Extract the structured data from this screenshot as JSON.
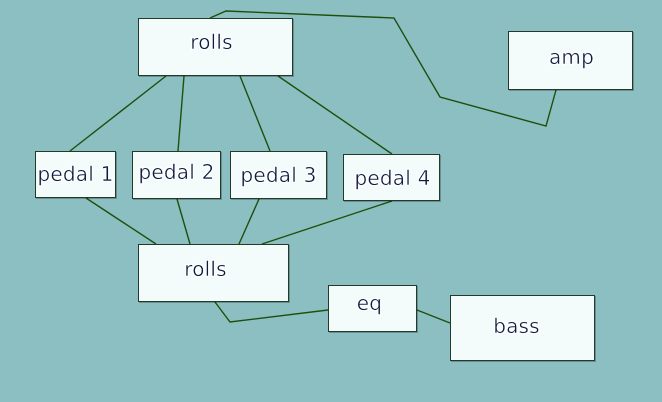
{
  "diagram": {
    "nodes": [
      {
        "id": "rolls-top",
        "label": "rolls"
      },
      {
        "id": "amp",
        "label": "amp"
      },
      {
        "id": "pedal-1",
        "label": "pedal 1"
      },
      {
        "id": "pedal-2",
        "label": "pedal 2"
      },
      {
        "id": "pedal-3",
        "label": "pedal 3"
      },
      {
        "id": "pedal-4",
        "label": "pedal 4"
      },
      {
        "id": "rolls-mid",
        "label": "rolls"
      },
      {
        "id": "eq",
        "label": "eq"
      },
      {
        "id": "bass",
        "label": "bass"
      }
    ],
    "edges": [
      {
        "from": "rolls-top",
        "to": "pedal-1"
      },
      {
        "from": "rolls-top",
        "to": "pedal-2"
      },
      {
        "from": "rolls-top",
        "to": "pedal-3"
      },
      {
        "from": "rolls-top",
        "to": "pedal-4"
      },
      {
        "from": "rolls-top",
        "to": "amp"
      },
      {
        "from": "pedal-1",
        "to": "rolls-mid"
      },
      {
        "from": "pedal-2",
        "to": "rolls-mid"
      },
      {
        "from": "pedal-3",
        "to": "rolls-mid"
      },
      {
        "from": "pedal-4",
        "to": "rolls-mid"
      },
      {
        "from": "rolls-mid",
        "to": "eq"
      },
      {
        "from": "eq",
        "to": "bass"
      }
    ],
    "colors": {
      "background": "#8cbfc1",
      "edge": "#1f4f0d",
      "node_fill": "#f3fbfb",
      "node_border": "#233a2a",
      "label_text": "#0f1a3f"
    }
  }
}
